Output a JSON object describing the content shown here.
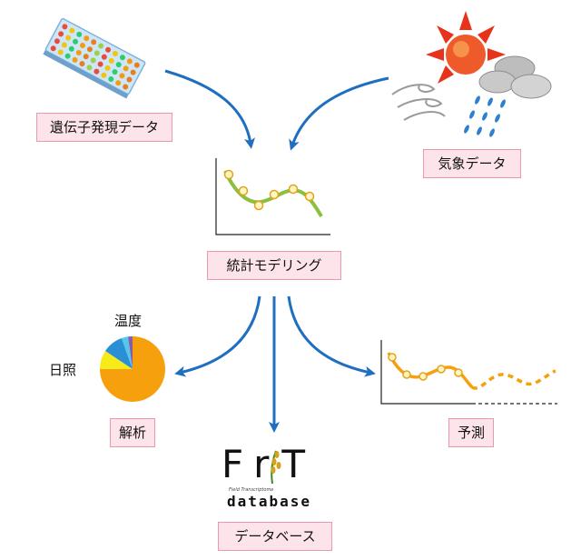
{
  "labels": {
    "gene_expression": "遺伝子発現データ",
    "weather": "気象データ",
    "modeling": "統計モデリング",
    "analysis": "解析",
    "prediction": "予測",
    "database": "データベース"
  },
  "pie_labels": {
    "temperature": "温度",
    "sunlight": "日照"
  },
  "logo": {
    "text": "FrT",
    "subtitle": "Field Transcriptome",
    "db_word": "database"
  },
  "colors": {
    "arrow": "#1f6fc0",
    "curve": "#8cbf3f",
    "point_fill": "#fff6c2",
    "point_stroke": "#e6a21a",
    "label_bg": "#fce4ea",
    "label_border": "#e89aaa",
    "pie_main": "#f5a00c",
    "pie_yellow": "#f7ea1a",
    "pie_blue": "#2b8fd6",
    "pie_cyan": "#55c7e8",
    "pie_purple": "#8a5ba8",
    "sun": "#e8331c",
    "cloud": "#c9c9c9",
    "rain": "#2e7fd0"
  }
}
